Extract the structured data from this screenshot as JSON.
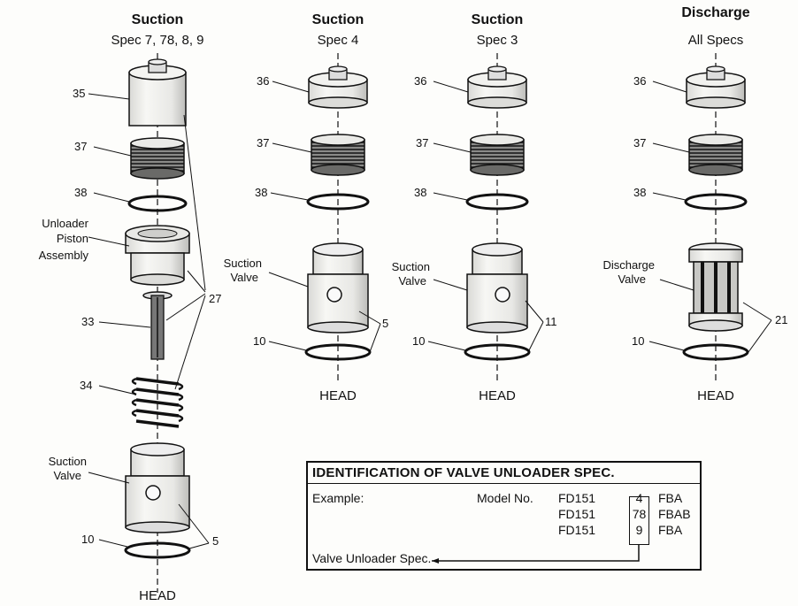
{
  "columns": [
    {
      "header": "Suction",
      "subheader": "Spec 7, 78, 8, 9"
    },
    {
      "header": "Suction",
      "subheader": "Spec 4"
    },
    {
      "header": "Suction",
      "subheader": "Spec 3"
    },
    {
      "header": "Discharge",
      "subheader": "All Specs"
    }
  ],
  "part_labels": {
    "unloader_piston_1": "Unloader",
    "unloader_piston_2": "Piston",
    "unloader_piston_3": "Assembly",
    "suction_valve_1": "Suction",
    "suction_valve_2": "Valve",
    "discharge_valve_1": "Discharge",
    "discharge_valve_2": "Valve"
  },
  "part_numbers": {
    "n35": "35",
    "n36": "36",
    "n37": "37",
    "n38": "38",
    "n33": "33",
    "n34": "34",
    "n27": "27",
    "n10": "10",
    "n5": "5",
    "n11": "11",
    "n21": "21"
  },
  "base_label": "HEAD",
  "identification": {
    "title": "IDENTIFICATION OF VALVE UNLOADER SPEC.",
    "example_label": "Example:",
    "model_label": "Model No.",
    "rows": [
      {
        "model": "FD151",
        "spec": "4",
        "suffix": "FBA"
      },
      {
        "model": "FD151",
        "spec": "78",
        "suffix": "FBAB"
      },
      {
        "model": "FD151",
        "spec": "9",
        "suffix": "FBA"
      }
    ],
    "footer": "Valve Unloader Spec."
  }
}
